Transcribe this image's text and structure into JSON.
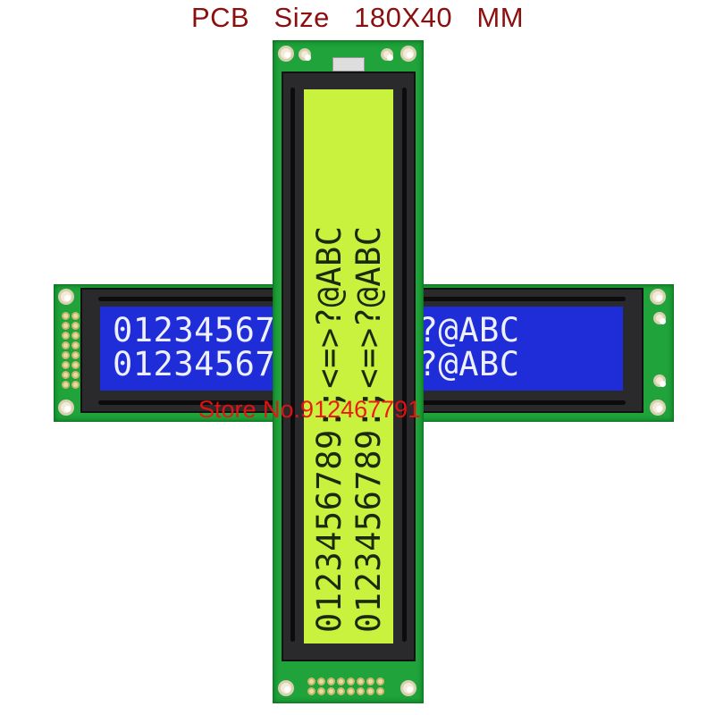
{
  "title": "PCB   Size   180X40   MM",
  "horizontal_module": {
    "backlight_color": "#1f2dd8",
    "text_color": "#eef0ff",
    "lines": [
      "0123456789:;<=>?@ABC",
      "0123456789:;<=>?@ABC"
    ]
  },
  "vertical_module": {
    "backlight_color": "#c8f23e",
    "text_color": "#1a2a10",
    "lines": [
      "0123456789:;<=>?@ABC",
      "0123456789:;<=>?@ABC"
    ]
  },
  "pcb_color": "#1fa33a",
  "watermark": "Store No.912467791"
}
